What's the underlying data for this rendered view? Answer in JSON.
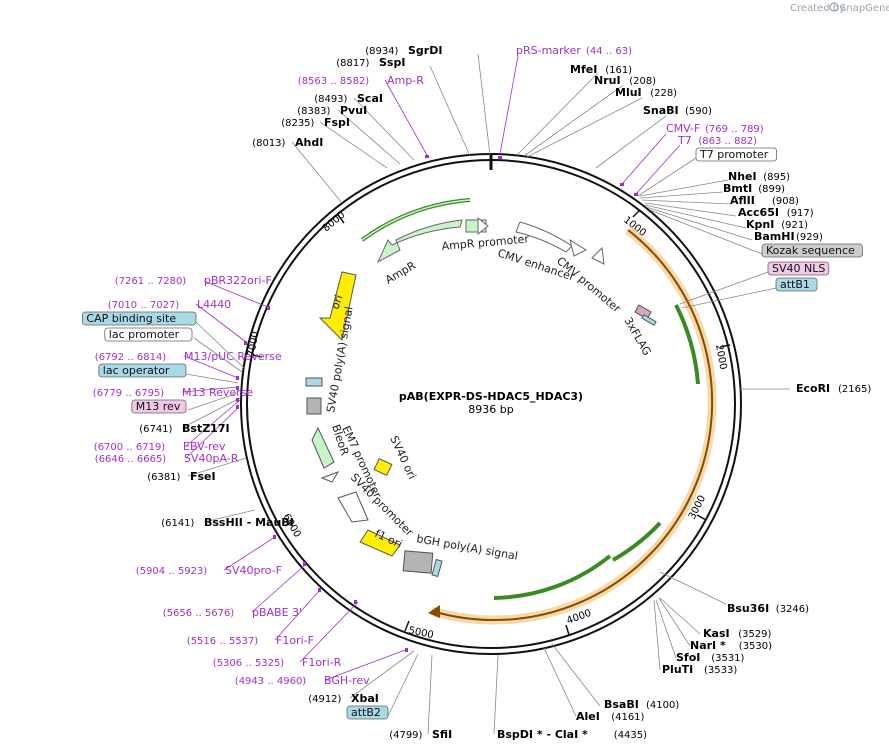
{
  "header": {
    "created_by": "Created by",
    "brand_name": "SnapGene"
  },
  "plasmid": {
    "name": "pAB(EXPR-DS-HDAC5_HDAC3)",
    "size": "8936 bp"
  },
  "ticks": [
    "1000",
    "2000",
    "3000",
    "4000",
    "5000",
    "6000",
    "7000",
    "8000"
  ],
  "sites": [
    {
      "id": "ssp1",
      "pos": "(8817)",
      "name": "SspI",
      "color": "black"
    },
    {
      "id": "sgrdi",
      "pos": "(8934)",
      "name": "SgrDI",
      "color": "black"
    },
    {
      "id": "prs",
      "pos": "(44 .. 63)",
      "name": "pRS-marker",
      "color": "purple"
    },
    {
      "id": "mfei",
      "pos": "(161)",
      "name": "MfeI",
      "color": "black"
    },
    {
      "id": "nrui",
      "pos": "(208)",
      "name": "NruI",
      "color": "black"
    },
    {
      "id": "mlui",
      "pos": "(228)",
      "name": "MluI",
      "color": "black"
    },
    {
      "id": "snabi",
      "pos": "(590)",
      "name": "SnaBI",
      "color": "black"
    },
    {
      "id": "cmvf",
      "pos": "(769 .. 789)",
      "name": "CMV-F",
      "color": "purple"
    },
    {
      "id": "t7",
      "pos": "(863 .. 882)",
      "name": "T7",
      "color": "purple"
    },
    {
      "id": "t7p",
      "pos": "",
      "name": "T7 promoter",
      "color": "box"
    },
    {
      "id": "nhei",
      "pos": "(895)",
      "name": "NheI",
      "color": "black"
    },
    {
      "id": "bmti",
      "pos": "(899)",
      "name": "BmtI",
      "color": "black"
    },
    {
      "id": "aflii",
      "pos": "(908)",
      "name": "AflII",
      "color": "black"
    },
    {
      "id": "acc65i",
      "pos": "(917)",
      "name": "Acc65I",
      "color": "black"
    },
    {
      "id": "kpni",
      "pos": "(921)",
      "name": "KpnI",
      "color": "black"
    },
    {
      "id": "bamhi",
      "pos": "(929)",
      "name": "BamHI",
      "color": "black"
    },
    {
      "id": "kozak",
      "pos": "",
      "name": "Kozak sequence",
      "color": "grey"
    },
    {
      "id": "sv40nls",
      "pos": "",
      "name": "SV40 NLS",
      "color": "pink"
    },
    {
      "id": "attb1",
      "pos": "",
      "name": "attB1",
      "color": "teal"
    },
    {
      "id": "ecori",
      "pos": "(2165)",
      "name": "EcoRI",
      "color": "black"
    },
    {
      "id": "bsu36i",
      "pos": "(3246)",
      "name": "Bsu36I",
      "color": "black"
    },
    {
      "id": "kasi",
      "pos": "(3529)",
      "name": "KasI",
      "color": "black"
    },
    {
      "id": "nari",
      "pos": "(3530)",
      "name": "NarI *",
      "color": "black"
    },
    {
      "id": "sfoi",
      "pos": "(3531)",
      "name": "SfoI",
      "color": "black"
    },
    {
      "id": "plutl",
      "pos": "(3533)",
      "name": "PluTI",
      "color": "black"
    },
    {
      "id": "bsabi",
      "pos": "(4100)",
      "name": "BsaBI",
      "color": "black"
    },
    {
      "id": "alei",
      "pos": "(4161)",
      "name": "AleI",
      "color": "black"
    },
    {
      "id": "claI",
      "pos": "(4435)",
      "name": "BspDI * - ClaI *",
      "color": "black"
    },
    {
      "id": "sfii",
      "pos": "(4799)",
      "name": "SfiI",
      "color": "black"
    },
    {
      "id": "attb2",
      "pos": "",
      "name": "attB2",
      "color": "teal"
    },
    {
      "id": "xbai",
      "pos": "(4912)",
      "name": "XbaI",
      "color": "black"
    },
    {
      "id": "bghrev",
      "pos": "(4943 .. 4960)",
      "name": "BGH-rev",
      "color": "purple"
    },
    {
      "id": "f1orir",
      "pos": "(5306 .. 5325)",
      "name": "F1ori-R",
      "color": "purple"
    },
    {
      "id": "f1orif",
      "pos": "(5516 .. 5537)",
      "name": "F1ori-F",
      "color": "purple"
    },
    {
      "id": "pbabe",
      "pos": "(5656 .. 5676)",
      "name": "pBABE 3'",
      "color": "purple"
    },
    {
      "id": "sv40prof",
      "pos": "(5904 .. 5923)",
      "name": "SV40pro-F",
      "color": "purple"
    },
    {
      "id": "bsshii",
      "pos": "(6141)",
      "name": "BssHII  - MauBI",
      "color": "black"
    },
    {
      "id": "fsei",
      "pos": "(6381)",
      "name": "FseI",
      "color": "black"
    },
    {
      "id": "sv40par",
      "pos": "(6646 .. 6665)",
      "name": "SV40pA-R",
      "color": "purple"
    },
    {
      "id": "ebvrev",
      "pos": "(6700 .. 6719)",
      "name": "EBV-rev",
      "color": "purple"
    },
    {
      "id": "bstz17i",
      "pos": "(6741)",
      "name": "BstZ17I",
      "color": "black"
    },
    {
      "id": "m13revbox",
      "pos": "",
      "name": "M13 rev",
      "color": "pinkbox"
    },
    {
      "id": "m13rev",
      "pos": "(6779 .. 6795)",
      "name": "M13 Reverse",
      "color": "purple"
    },
    {
      "id": "lacop",
      "pos": "",
      "name": "lac operator",
      "color": "teal"
    },
    {
      "id": "m13puc",
      "pos": "(6792 .. 6814)",
      "name": "M13/pUC Reverse",
      "color": "purple"
    },
    {
      "id": "lacprom",
      "pos": "",
      "name": "lac promoter",
      "color": "box"
    },
    {
      "id": "cap",
      "pos": "",
      "name": "CAP binding site",
      "color": "teal"
    },
    {
      "id": "l4440",
      "pos": "(7010 .. 7027)",
      "name": "L4440",
      "color": "purple"
    },
    {
      "id": "pbr",
      "pos": "(7261 .. 7280)",
      "name": "pBR322ori-F",
      "color": "purple"
    },
    {
      "id": "ahdi",
      "pos": "(8013)",
      "name": "AhdI",
      "color": "black"
    },
    {
      "id": "fspi",
      "pos": "(8235)",
      "name": "FspI",
      "color": "black"
    },
    {
      "id": "pvui",
      "pos": "(8383)",
      "name": "PvuI",
      "color": "black"
    },
    {
      "id": "scai",
      "pos": "(8493)",
      "name": "ScaI",
      "color": "black"
    },
    {
      "id": "ampr",
      "pos": "(8563 .. 8582)",
      "name": "Amp-R",
      "color": "purple"
    }
  ],
  "features": {
    "ampr_promoter": "AmpR promoter",
    "ampr": "AmpR",
    "cmv_enhancer": "CMV enhancer",
    "cmv_promoter": "CMV promoter",
    "flag": "3xFLAG",
    "ori": "ori",
    "sv40_polya": "SV40 poly(A) signal",
    "em7": "EM7 promoter",
    "bleor": "BleoR",
    "sv40_ori": "SV40 ori",
    "sv40_promoter": "SV40 promoter",
    "f1_ori": "f1 ori",
    "bgh": "bGH poly(A) signal"
  },
  "colors": {
    "purple": "#a02fd0",
    "backbone": "#111111",
    "orange": "#e8a03a",
    "green_feature": "#c8f5c8",
    "yellow_feature": "#ffee00",
    "teal": "#a9d8e6",
    "pink": "#f2c8e8",
    "grey": "#cccccc"
  }
}
